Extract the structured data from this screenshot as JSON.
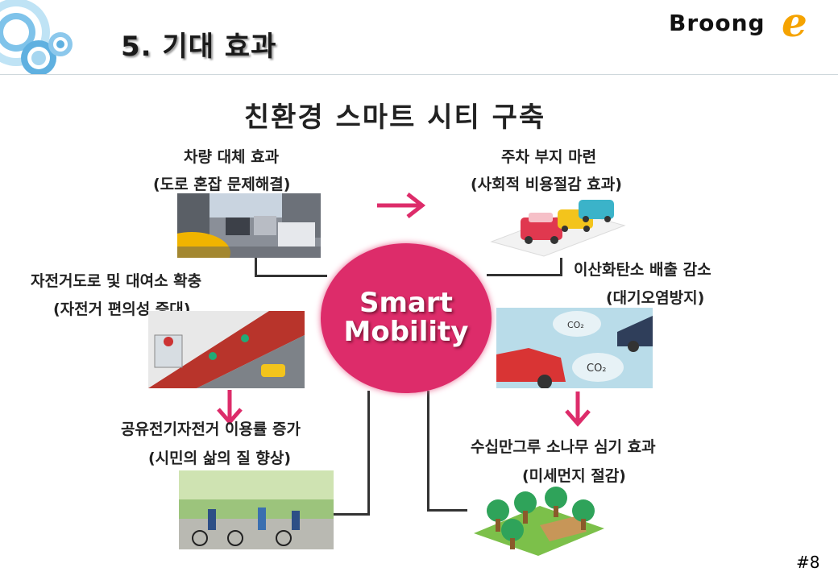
{
  "slide": {
    "title": "5. 기대 효과",
    "brand_text": "Broong",
    "brand_letter": "e",
    "page_number": "#8"
  },
  "diagram": {
    "title": "친환경 스마트 시티 구축",
    "center_line1": "Smart",
    "center_line2": "Mobility",
    "nodes": [
      {
        "label": "차량 대체 효과",
        "sublabel": "(도로 혼잡 문제해결)"
      },
      {
        "label": "주차 부지 마련",
        "sublabel": "(사회적 비용절감 효과)"
      },
      {
        "label": "자전거도로 및 대여소 확충",
        "sublabel": "(자전거 편의성 증대)"
      },
      {
        "label": "이산화탄소 배출 감소",
        "sublabel": "(대기오염방지)"
      },
      {
        "label": "공유전기자전거 이용률 증가",
        "sublabel": "(시민의 삶의 질 향상)"
      },
      {
        "label": "수십만그루 소나무 심기 효과",
        "sublabel": "(미세먼지 절감)"
      }
    ],
    "co2_text": "CO₂"
  },
  "colors": {
    "accent_pink": "#dd2c6a",
    "brand_orange": "#f5a300"
  }
}
